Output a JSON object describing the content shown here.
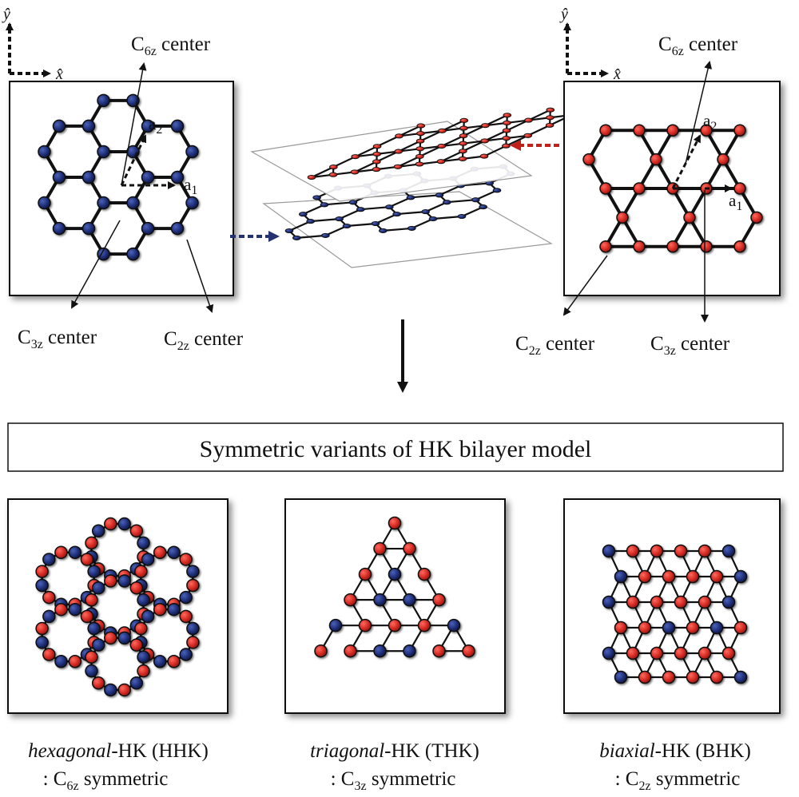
{
  "axes": {
    "x_label": "x̂",
    "y_label": "ŷ"
  },
  "left_panel": {
    "c6": {
      "main": "C",
      "sub": "6z",
      "rest": " center"
    },
    "c3": {
      "main": "C",
      "sub": "3z",
      "rest": " center"
    },
    "c2": {
      "main": "C",
      "sub": "2z",
      "rest": " center"
    },
    "a1": {
      "main": "a",
      "sub": "1"
    },
    "a2": {
      "main": "a",
      "sub": "2"
    }
  },
  "right_panel": {
    "c6": {
      "main": "C",
      "sub": "6z",
      "rest": " center"
    },
    "c2": {
      "main": "C",
      "sub": "2z",
      "rest": " center"
    },
    "c3": {
      "main": "C",
      "sub": "3z",
      "rest": " center"
    },
    "a1": {
      "main": "a",
      "sub": "1"
    },
    "a2": {
      "main": "a",
      "sub": "2"
    }
  },
  "title": "Symmetric variants of HK bilayer model",
  "variants": [
    {
      "italic": "hexagonal",
      "rest": "-HK (HHK)",
      "sym_prefix": ": C",
      "sym_sub": "6z",
      "sym_rest": " symmetric"
    },
    {
      "italic": "triagonal",
      "rest": "-HK (THK)",
      "sym_prefix": ": C",
      "sym_sub": "3z",
      "sym_rest": " symmetric"
    },
    {
      "italic": "biaxial",
      "rest": "-HK (BHK)",
      "sym_prefix": ": C",
      "sym_sub": "2z",
      "sym_rest": " symmetric"
    }
  ],
  "colors": {
    "red": "#d42a22",
    "blue": "#1f2f7a",
    "bond": "#111111",
    "red_arrow": "#c0221b",
    "blue_arrow": "#24336f"
  }
}
